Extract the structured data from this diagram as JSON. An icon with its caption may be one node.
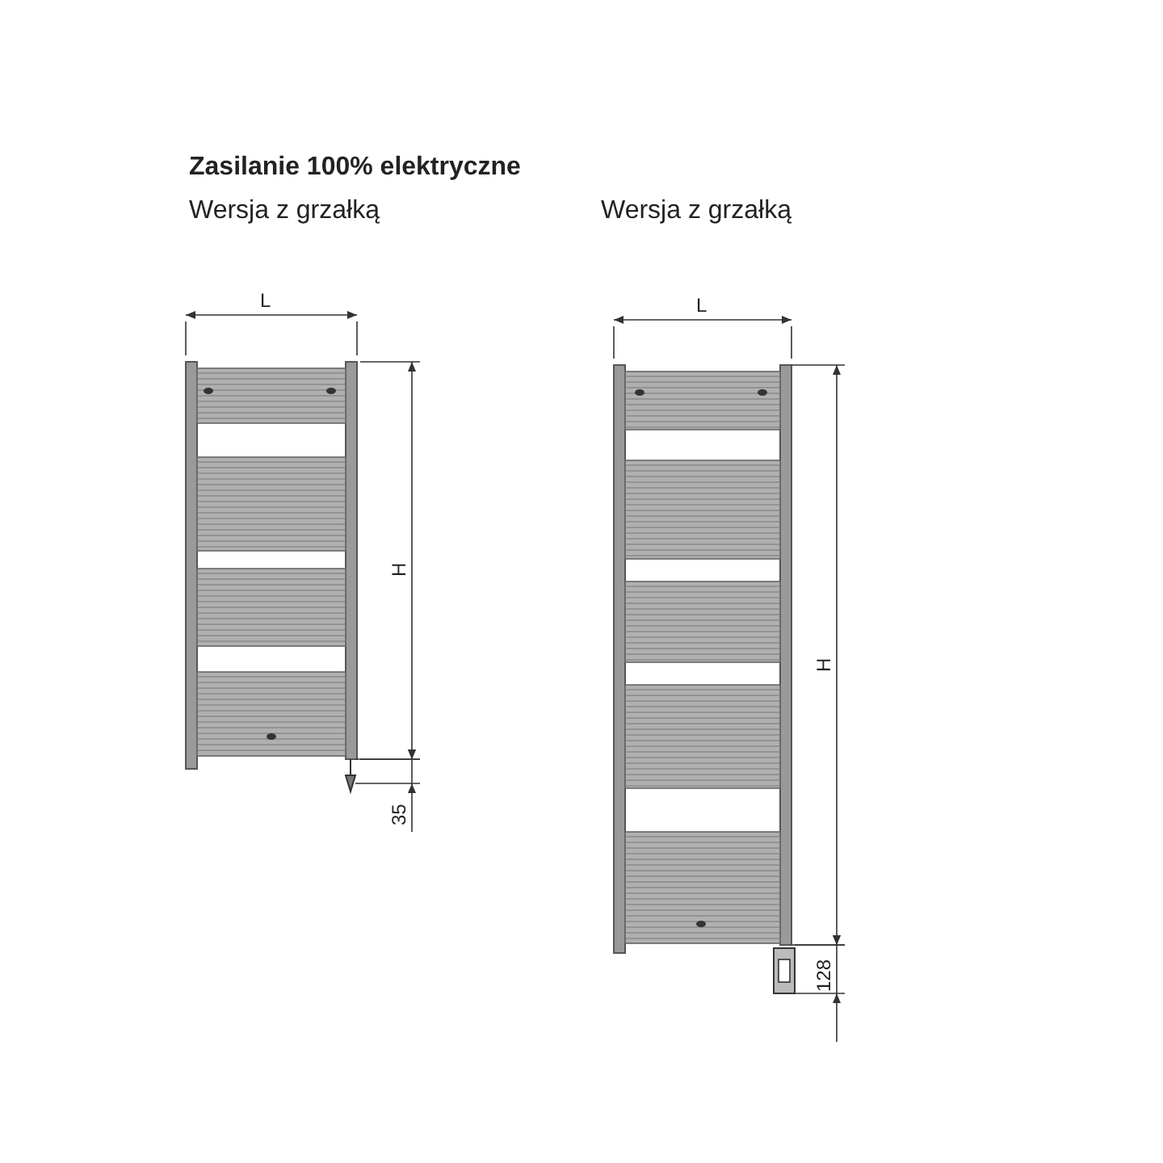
{
  "diagram": {
    "title": "Zasilanie 100% elektryczne",
    "labels": [
      "Wersja z grzałką",
      "Wersja z grzałką",
      "L",
      "H",
      "35",
      "L",
      "H",
      "128"
    ]
  }
}
